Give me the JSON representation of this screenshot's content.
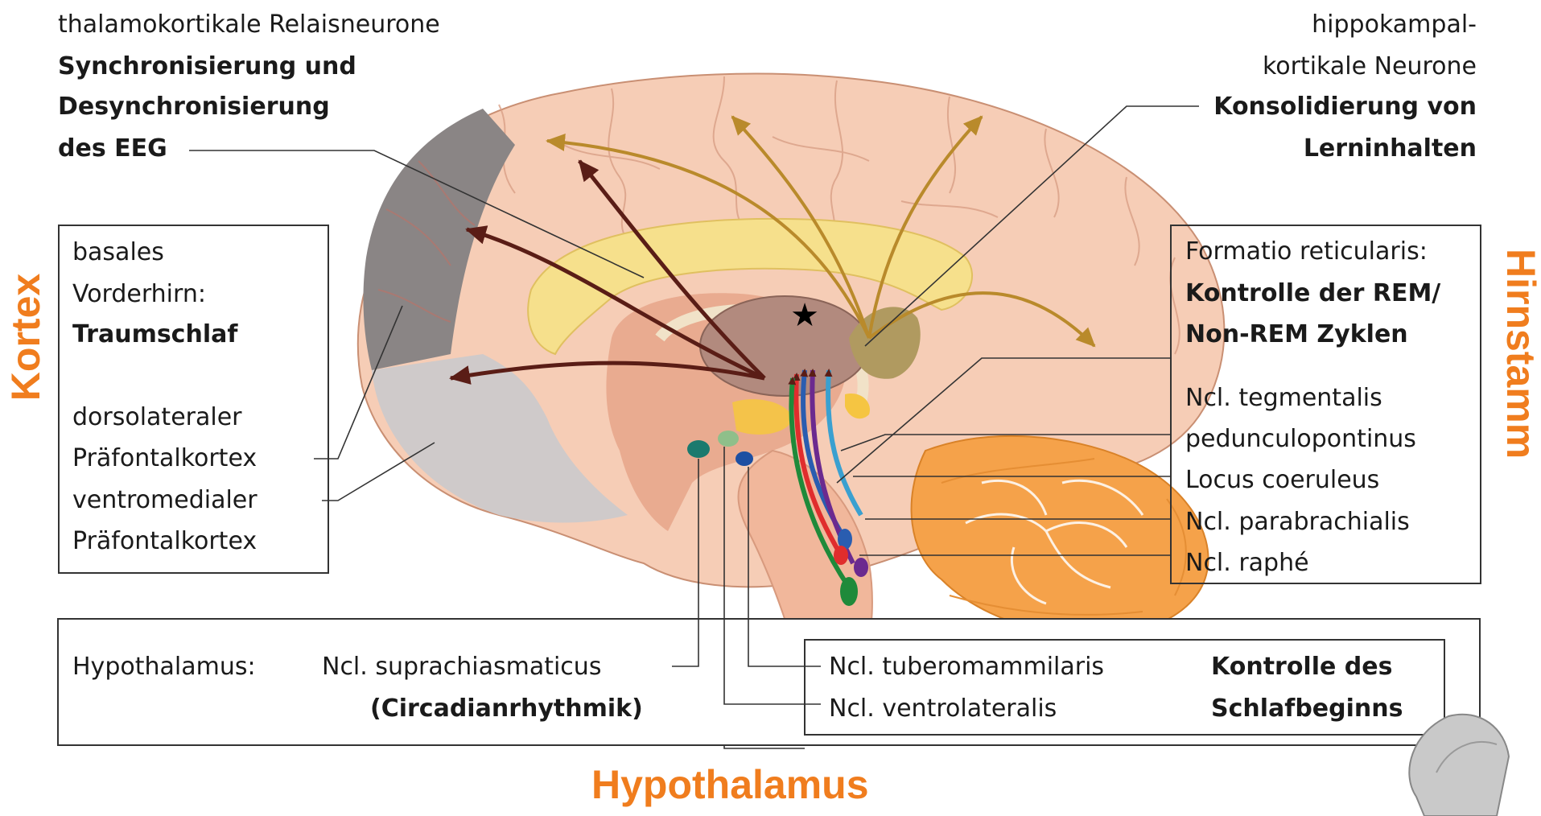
{
  "labels": {
    "thalamo_line1": "thalamokortikale Relaisneurone",
    "thalamo_line2": "Synchronisierung und",
    "thalamo_line3": "Desynchronisierung",
    "thalamo_line4": "des EEG",
    "hippo_line1": "hippokampal-",
    "hippo_line2": "kortikale Neurone",
    "hippo_line3": "Konsolidierung von",
    "hippo_line4": "Lerninhalten"
  },
  "left_box": {
    "line1": "basales",
    "line2": "Vorderhirn:",
    "line3": "Traumschlaf",
    "line4": "dorsolateraler",
    "line5": "Präfontalkortex",
    "line6": "ventromedialer",
    "line7": "Präfontalkortex"
  },
  "right_box": {
    "line1": "Formatio reticularis:",
    "line2": "Kontrolle der REM/",
    "line3": "Non-REM Zyklen",
    "line4": "Ncl. tegmentalis",
    "line5": "pedunculopontinus",
    "line6": "Locus coeruleus",
    "line7": "Ncl. parabrachialis",
    "line8": "Ncl. raphé"
  },
  "bottom_box": {
    "hypothalamus_label": "Hypothalamus:",
    "scn_label": "Ncl. suprachiasmaticus",
    "circadian": "(Circadianrhythmik)",
    "tubero": "Ncl. tuberomammilaris",
    "ventro": "Ncl. ventrolateralis",
    "control1": "Kontrolle des",
    "control2": "Schlafbeginns"
  },
  "regions": {
    "kortex": "Kortex",
    "hirnstamm": "Hirnstamm",
    "hypothalamus": "Hypothalamus"
  },
  "colors": {
    "accent_orange": "#f07d1e",
    "cortex_pink": "#f6cdb6",
    "prefrontal_dark": "#8a8585",
    "prefrontal_light": "#cfcaca",
    "corpus_callosum": "#f6e08c",
    "thalamus": "#b28a7e",
    "cerebellum": "#f5a24a",
    "arrow_dark": "#5a1d16",
    "arrow_gold": "#b98a2b"
  }
}
